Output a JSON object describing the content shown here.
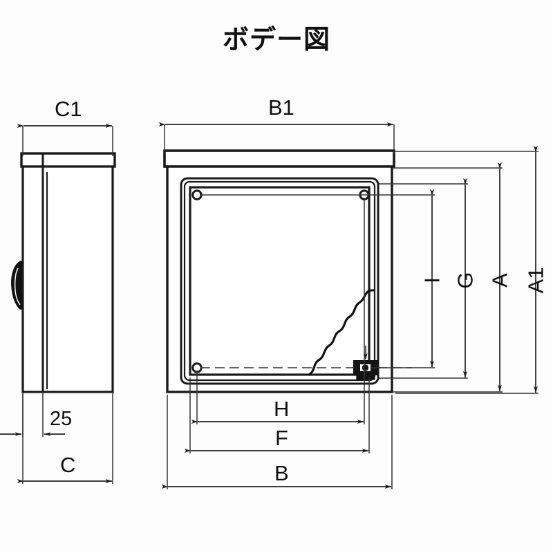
{
  "page": {
    "title": "ボデー図",
    "background_color": "#fdfdfd",
    "line_color": "#111111",
    "dimension_line_color": "#2b2b2b"
  },
  "views": [
    {
      "name": "side-view",
      "label": "side elevation (left)",
      "description": "left side profile of the enclosure with top cap band, door gap line and handle"
    },
    {
      "name": "front-view",
      "label": "front elevation (right)",
      "description": "front face of the enclosure showing top cap band, rounded inner door frame, mounting holes, cutaway break line and latch"
    }
  ],
  "dimensions": {
    "side_view": [
      {
        "id": "C1",
        "label": "C1",
        "orientation": "horizontal",
        "position": "top",
        "note": "overall depth including cap"
      },
      {
        "id": "25",
        "label": "25",
        "orientation": "horizontal",
        "position": "bottom",
        "note": "door thickness / offset, millimetres"
      },
      {
        "id": "C",
        "label": "C",
        "orientation": "horizontal",
        "position": "bottom",
        "note": "body depth"
      }
    ],
    "front_view": [
      {
        "id": "B1",
        "label": "B1",
        "orientation": "horizontal",
        "position": "top",
        "note": "overall width including cap"
      },
      {
        "id": "H",
        "label": "H",
        "orientation": "horizontal",
        "position": "bottom",
        "note": "mounting hole pitch width"
      },
      {
        "id": "F",
        "label": "F",
        "orientation": "horizontal",
        "position": "bottom",
        "note": "inner door width"
      },
      {
        "id": "B",
        "label": "B",
        "orientation": "horizontal",
        "position": "bottom",
        "note": "body width"
      },
      {
        "id": "I",
        "label": "I",
        "orientation": "vertical",
        "position": "right",
        "note": "mounting hole pitch height"
      },
      {
        "id": "G",
        "label": "G",
        "orientation": "vertical",
        "position": "right",
        "note": "inner door height"
      },
      {
        "id": "A",
        "label": "A",
        "orientation": "vertical",
        "position": "right",
        "note": "body height"
      },
      {
        "id": "A1",
        "label": "A1",
        "orientation": "vertical",
        "position": "right",
        "note": "overall height including cap"
      }
    ]
  },
  "features": [
    {
      "name": "top-cap-band",
      "count": 2,
      "note": "cap/roof band across top of both views"
    },
    {
      "name": "mounting-hole",
      "count": 3,
      "note": "small circular screw holes at inner panel corners"
    },
    {
      "name": "latch",
      "count": 1,
      "note": "lock / latch block at lower right of inner door"
    },
    {
      "name": "handle",
      "count": 1,
      "note": "dark handle protrusion on left of side view"
    },
    {
      "name": "break-line",
      "count": 1,
      "note": "wavy cutaway break line at lower right of door panel"
    }
  ]
}
